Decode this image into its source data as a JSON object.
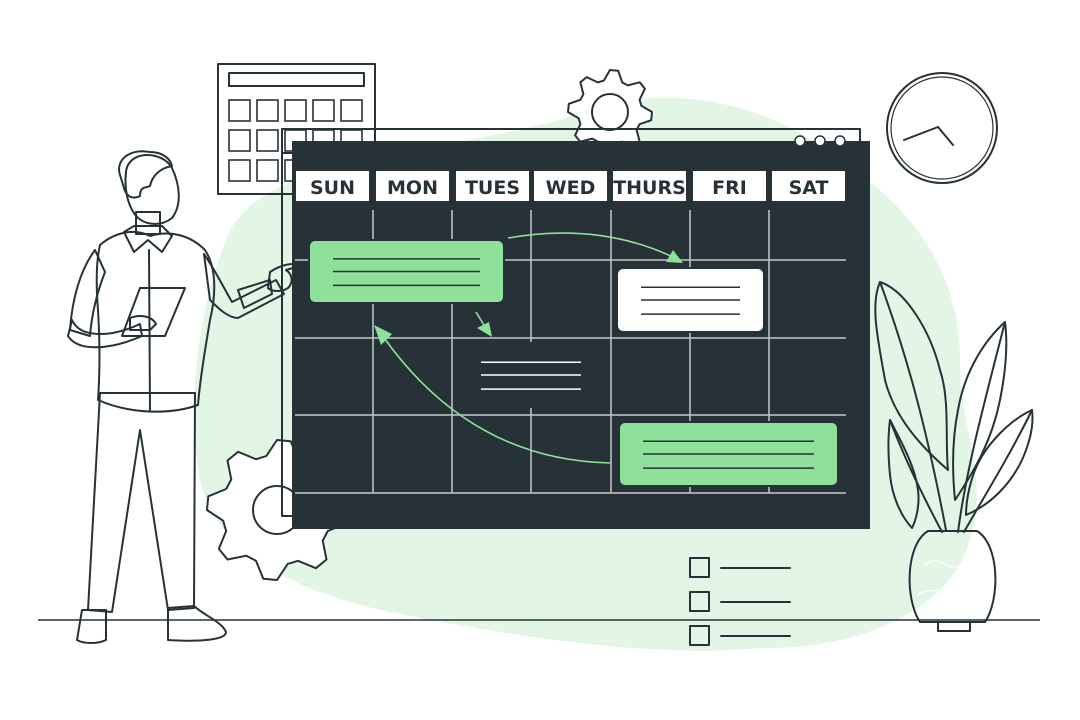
{
  "colors": {
    "accent": "#8ee09b",
    "accent_light": "#e3f6e6",
    "ink": "#263238",
    "paper": "#ffffff",
    "grid": "#c8c8c8"
  },
  "calendar": {
    "days": [
      "SUN",
      "MON",
      "TUES",
      "WED",
      "THURS",
      "FRI",
      "SAT"
    ],
    "window_buttons": [
      "dot",
      "dot",
      "dot"
    ]
  },
  "icons": [
    "gear-icon",
    "clock-icon",
    "mini-calendar-icon",
    "checklist-icon",
    "plant",
    "tablet"
  ]
}
